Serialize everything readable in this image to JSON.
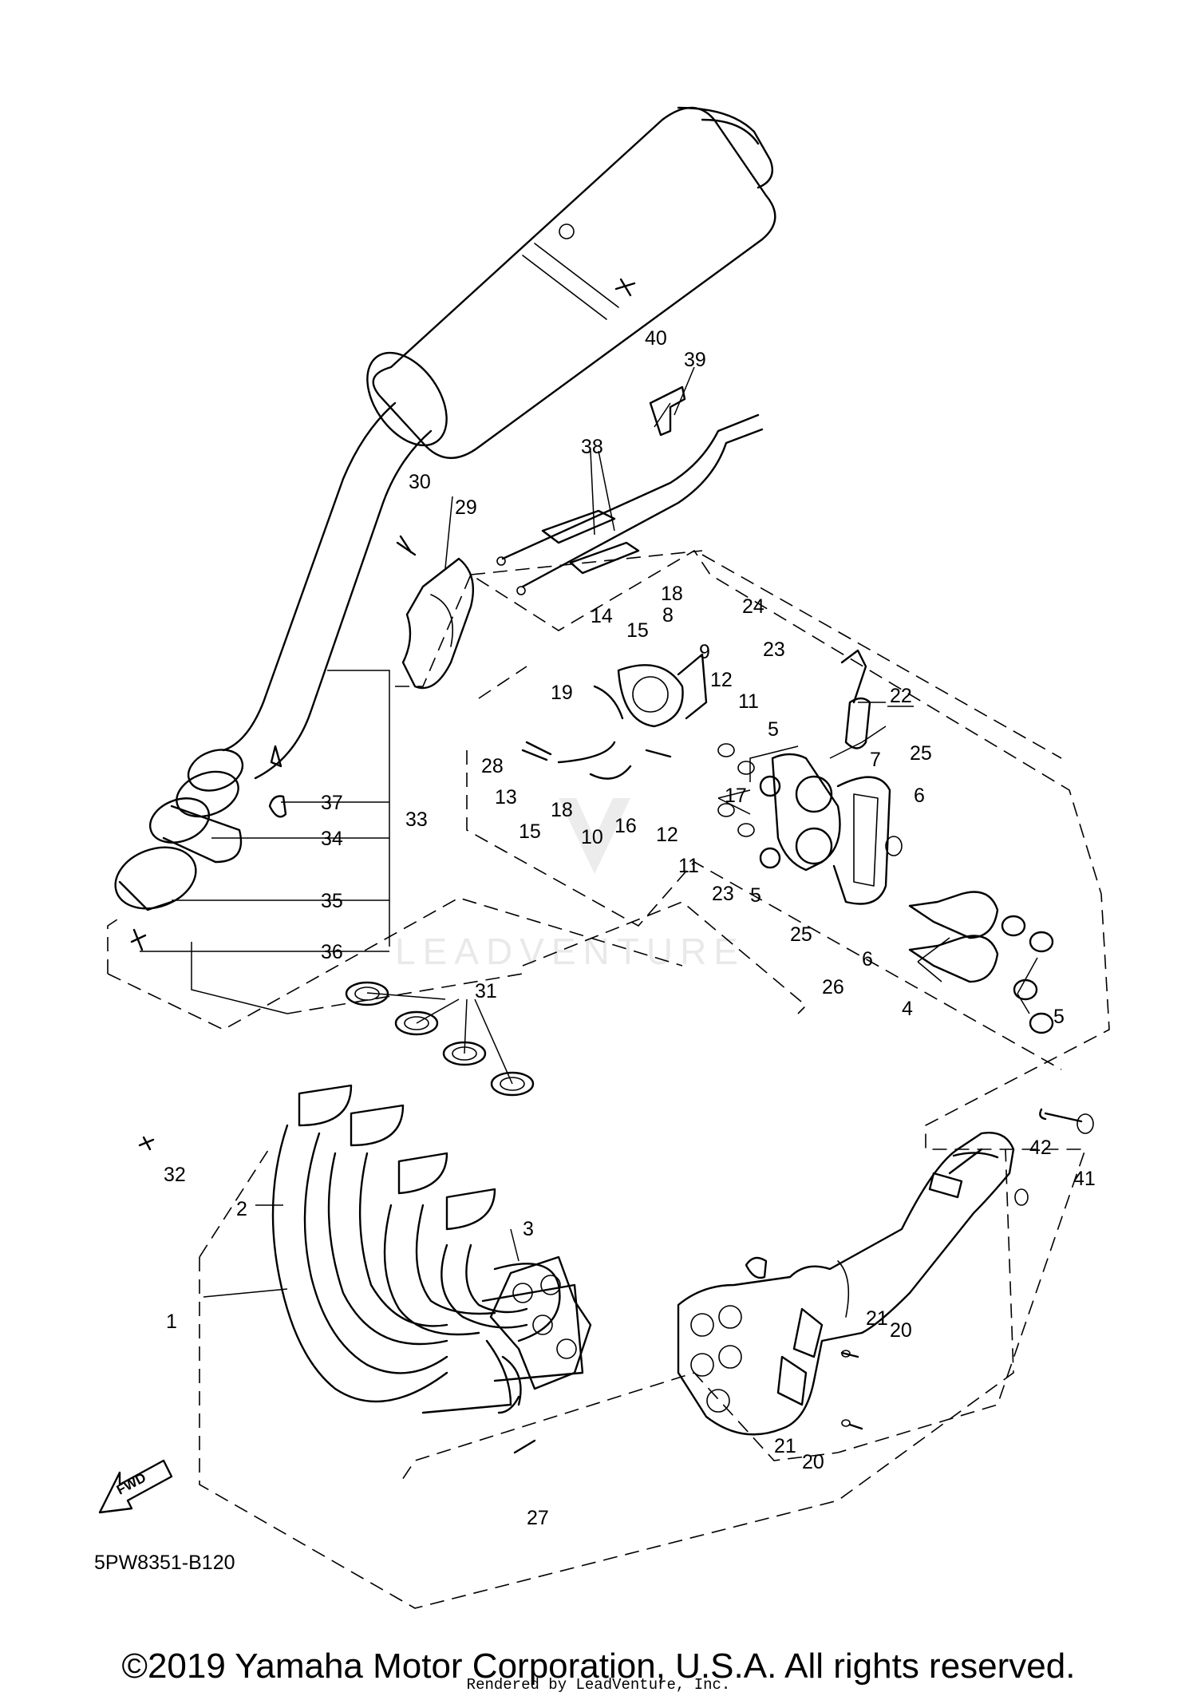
{
  "diagram": {
    "code": "5PW8351-B120",
    "direction_arrow": "FWD",
    "watermark_text": "LEADVENTURE",
    "callouts": [
      "1",
      "2",
      "3",
      "4",
      "5",
      "6",
      "7",
      "8",
      "9",
      "10",
      "11",
      "12",
      "13",
      "14",
      "15",
      "16",
      "17",
      "18",
      "19",
      "20",
      "21",
      "22",
      "23",
      "24",
      "25",
      "26",
      "27",
      "28",
      "29",
      "30",
      "31",
      "32",
      "33",
      "34",
      "35",
      "36",
      "37",
      "38",
      "39",
      "40",
      "41",
      "42"
    ]
  },
  "footer": {
    "copyright": "©2019 Yamaha Motor Corporation, U.S.A. All rights reserved.",
    "render_credit": "Rendered by LeadVenture, Inc."
  },
  "colors": {
    "line": "#000000",
    "background": "#ffffff",
    "watermark": "#e9e9e9"
  }
}
